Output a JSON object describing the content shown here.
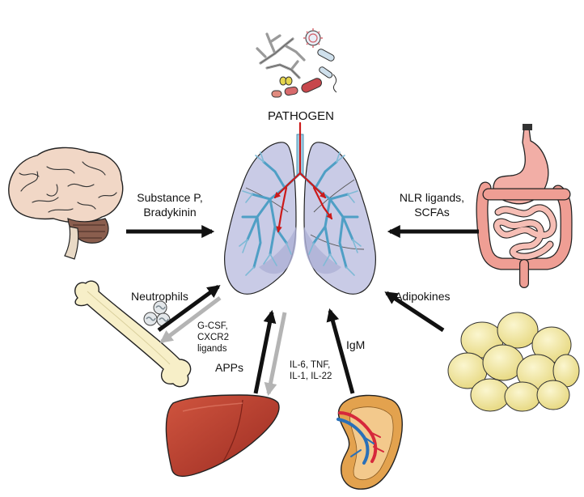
{
  "labels": {
    "pathogen": "PATHOGEN",
    "brain_line1": "Substance P,",
    "brain_line2": "Bradykinin",
    "gut_line1": "NLR ligands,",
    "gut_line2": "SCFAs",
    "neutrophils": "Neutrophils",
    "bone_line1": "G-CSF,",
    "bone_line2": "CXCR2",
    "bone_line3": "ligands",
    "apps": "APPs",
    "liver_line1": "IL-6, TNF,",
    "liver_line2": "IL-1, IL-22",
    "igm": "IgM",
    "adipokines": "Adipokines"
  },
  "colors": {
    "lung": "#c9cbe6",
    "lung_dark": "#aeb0d6",
    "airway": "#5aa6c9",
    "blood_flow": "#cc1a1a",
    "arrow_to_lung": "#111111",
    "arrow_from_lung": "#b4b4b4",
    "brain": "#f1d7c6",
    "gut": "#f2aea6",
    "liver": "#b83a2b",
    "fat": "#efe39a",
    "bone": "#f7efc8",
    "spleen": "#e3a24e"
  },
  "icons": [
    "pathogen-cluster-icon",
    "lungs-icon",
    "brain-icon",
    "stomach-intestine-icon",
    "bone-icon",
    "neutrophil-cells-icon",
    "liver-icon",
    "spleen-icon",
    "adipose-cells-icon"
  ]
}
